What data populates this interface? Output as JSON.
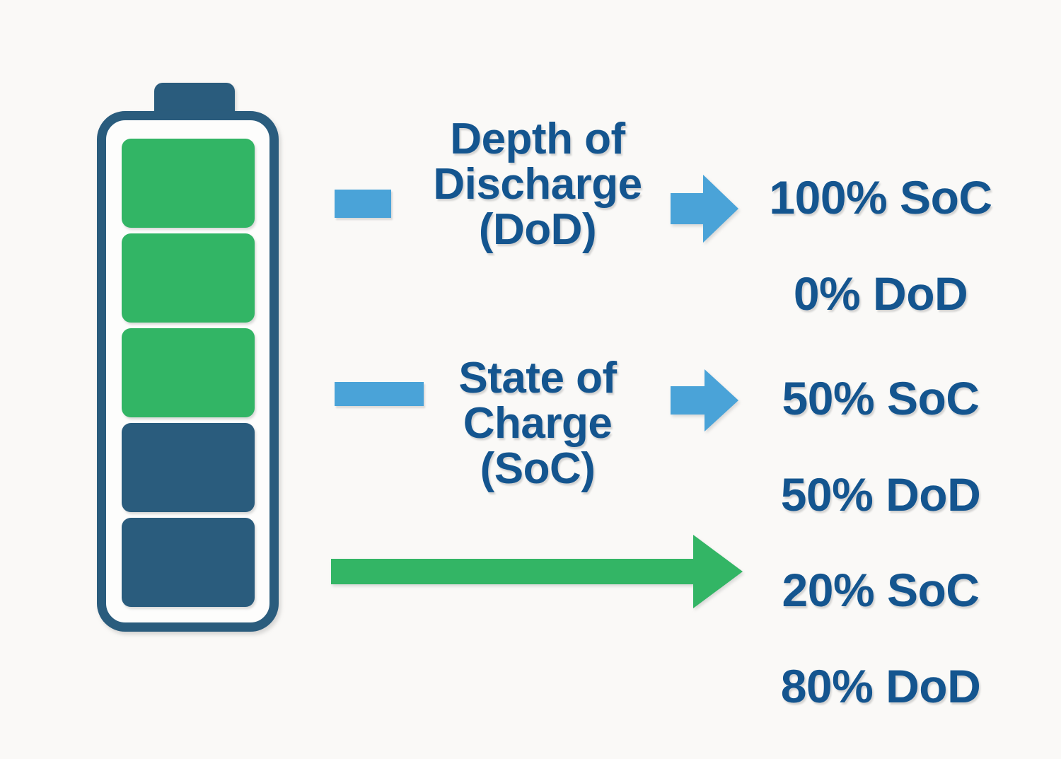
{
  "meta": {
    "title": "Battery State of Charge and Depth of Discharge diagram",
    "background_color": "#faf9f7"
  },
  "colors": {
    "dark_blue": "#2a5c7d",
    "green": "#32b565",
    "accent_blue": "#4aa3d8",
    "text_blue": "#14558f",
    "arrow_green": "#33b565"
  },
  "battery": {
    "name": "battery",
    "cap_label": "battery-cap",
    "cells": [
      {
        "index": 1,
        "state": "charged",
        "color": "#32b565"
      },
      {
        "index": 2,
        "state": "charged",
        "color": "#32b565"
      },
      {
        "index": 3,
        "state": "charged",
        "color": "#32b565"
      },
      {
        "index": 4,
        "state": "discharged",
        "color": "#2a5c7d"
      },
      {
        "index": 5,
        "state": "discharged",
        "color": "#2a5c7d"
      }
    ]
  },
  "concepts": [
    {
      "id": "dod",
      "label": "Depth of\nDischarge\n(DoD)",
      "legend_color": "#4aa3d8",
      "arrow_color": "#4aa3d8"
    },
    {
      "id": "soc",
      "label": "State of\nCharge\n(SoC)",
      "legend_color": "#4aa3d8",
      "arrow_color": "#4aa3d8"
    }
  ],
  "levels": [
    {
      "id": "top",
      "soc": "100% SoC",
      "dod": "0% DoD",
      "soc_percent": 100,
      "dod_percent": 0
    },
    {
      "id": "middle",
      "soc": "50% SoC",
      "dod": "50% DoD",
      "soc_percent": 50,
      "dod_percent": 50
    },
    {
      "id": "bottom",
      "soc": "20% SoC",
      "dod": "80% DoD",
      "soc_percent": 20,
      "dod_percent": 80
    }
  ],
  "arrows": {
    "dod": {
      "name": "dod-arrow",
      "color": "#4aa3d8",
      "direction": "right"
    },
    "soc": {
      "name": "soc-arrow",
      "color": "#4aa3d8",
      "direction": "right"
    },
    "bottom": {
      "name": "full-discharge-arrow",
      "color": "#33b565",
      "direction": "right"
    }
  }
}
